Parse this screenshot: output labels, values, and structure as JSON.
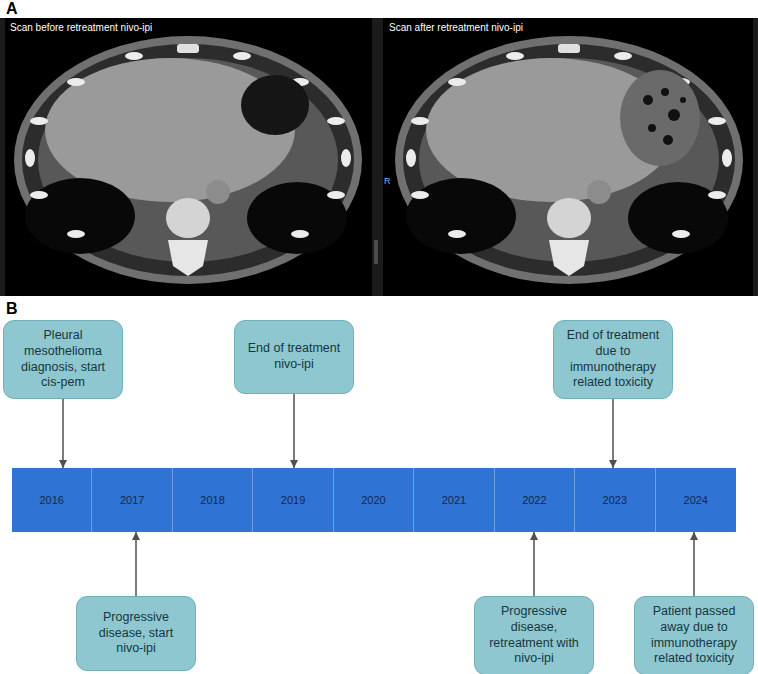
{
  "diagram": {
    "nodes": [
      {
        "text": [
          "Pleural mesothelioma diagnosis, start cis-pem"
        ]
      },
      {
        "text": [
          "End of treatment nivo-ipi"
        ]
      },
      {
        "text": [
          "End of treatment due to immunotherapy related toxicity"
        ]
      },
      {
        "text": [
          "2016"
        ]
      },
      {
        "text": [
          "2017"
        ]
      },
      {
        "text": [
          "2018"
        ]
      },
      {
        "text": [
          "2019"
        ]
      },
      {
        "text": [
          "2020"
        ]
      },
      {
        "text": [
          "2021"
        ]
      },
      {
        "text": [
          "2022"
        ]
      },
      {
        "text": [
          "2023"
        ]
      },
      {
        "text": [
          "2024"
        ]
      },
      {
        "text": [
          "Progressive disease, start nivo-ipi"
        ]
      },
      {
        "text": [
          "Progressive disease, retreatment with nivo-ipi"
        ]
      },
      {
        "text": [
          "Patient passed away due to immunotherapy related toxicity"
        ]
      }
    ],
    "edges": [
      {
        "from": 0,
        "to": 3,
        "arrow": "to"
      },
      {
        "from": 1,
        "to": 6,
        "arrow": "to"
      },
      {
        "from": 2,
        "to": 10,
        "arrow": "to"
      },
      {
        "from": 12,
        "to": 4,
        "arrow": "to"
      },
      {
        "from": 13,
        "to": 9,
        "arrow": "to"
      },
      {
        "from": 14,
        "to": 11,
        "arrow": "to"
      }
    ],
    "labels": [
      "A",
      "Scan before retreatment nivo-ipi",
      "Scan after retreatment nivo-ipi",
      "R",
      "B"
    ]
  }
}
